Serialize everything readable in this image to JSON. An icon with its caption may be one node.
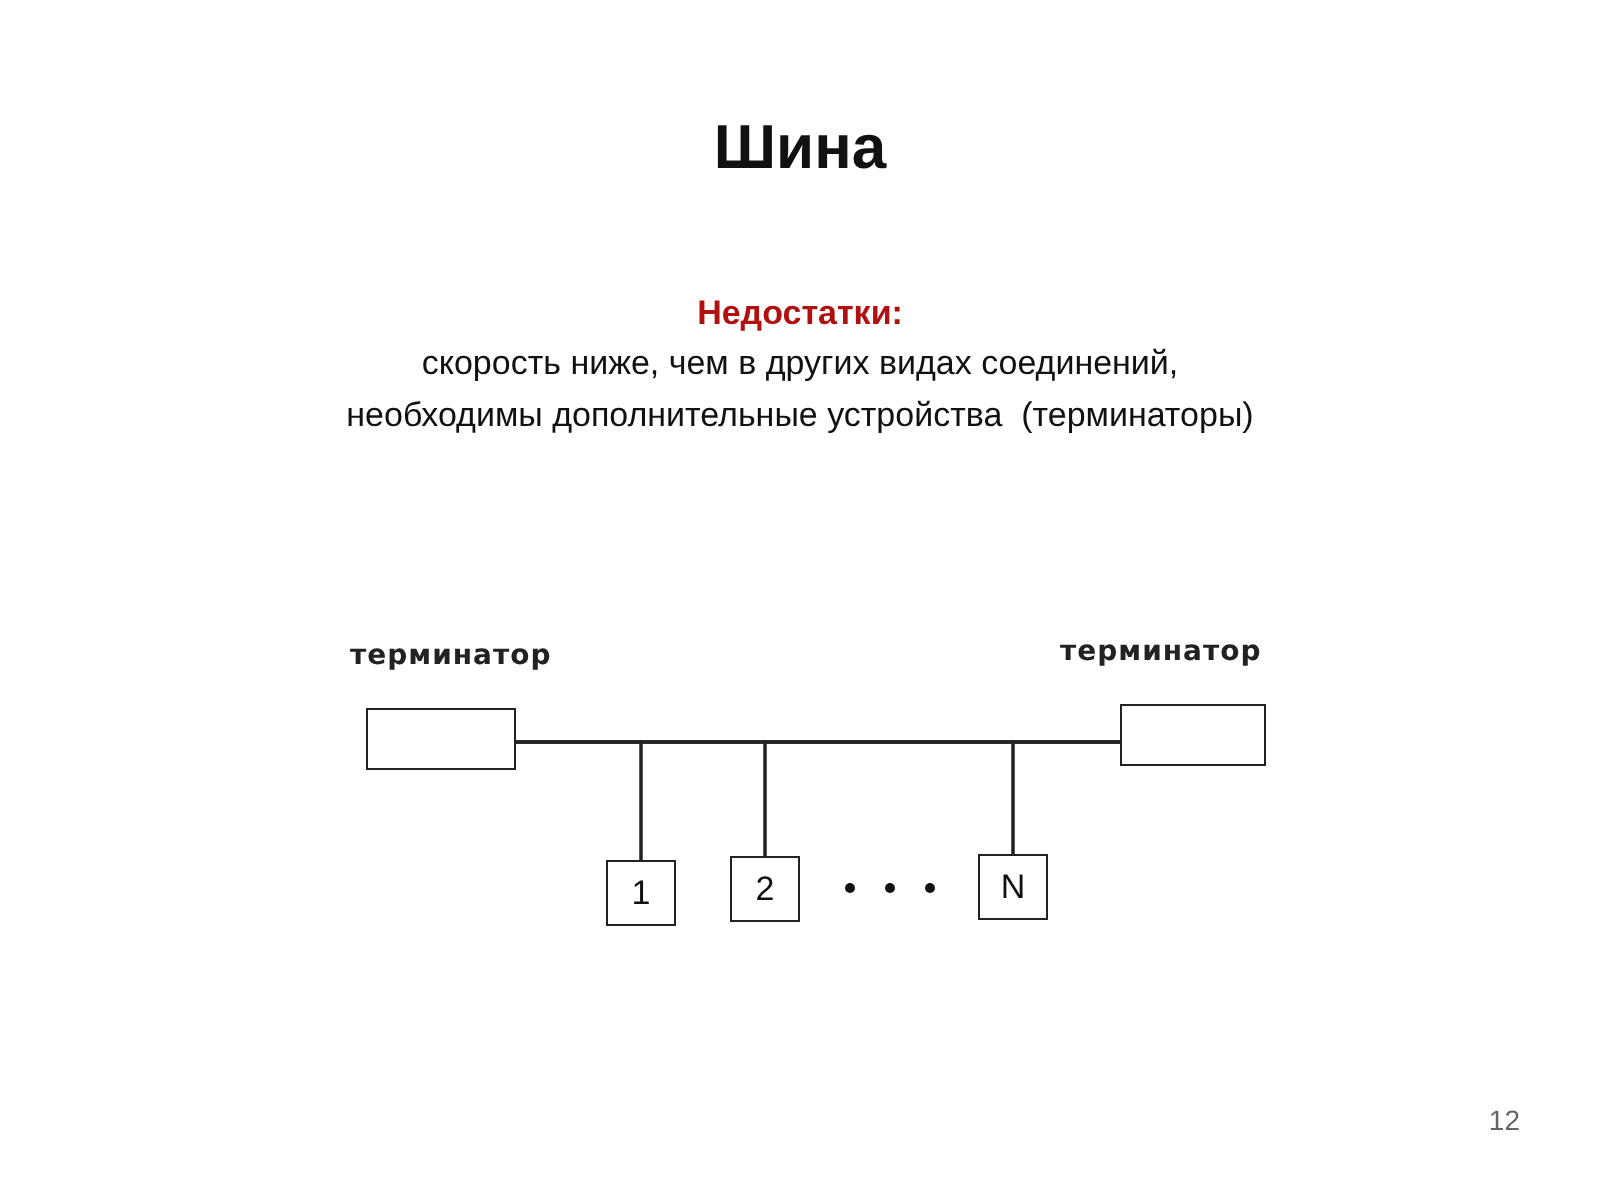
{
  "diagram": {
    "title": "Шина",
    "nodes": [
      {
        "text": [
          "терминатор"
        ]
      },
      {
        "text": [
          "терминатор"
        ]
      },
      {
        "text": [
          "1"
        ]
      },
      {
        "text": [
          "2"
        ]
      },
      {
        "text": [
          "N"
        ]
      }
    ],
    "edges": [
      {
        "from": 0,
        "to": 1,
        "arrow": "none"
      },
      {
        "from": 2,
        "to": 0,
        "arrow": "none"
      },
      {
        "from": 2,
        "to": 1,
        "arrow": "none"
      },
      {
        "from": 3,
        "to": 0,
        "arrow": "none"
      },
      {
        "from": 3,
        "to": 1,
        "arrow": "none"
      },
      {
        "from": 4,
        "to": 0,
        "arrow": "none"
      },
      {
        "from": 4,
        "to": 1,
        "arrow": "none"
      }
    ],
    "labels": [
      "Недостатки:",
      "скорость ниже, чем в других видах соединений,",
      "необходимы дополнительные устройства  (терминаторы)",
      "12"
    ]
  }
}
